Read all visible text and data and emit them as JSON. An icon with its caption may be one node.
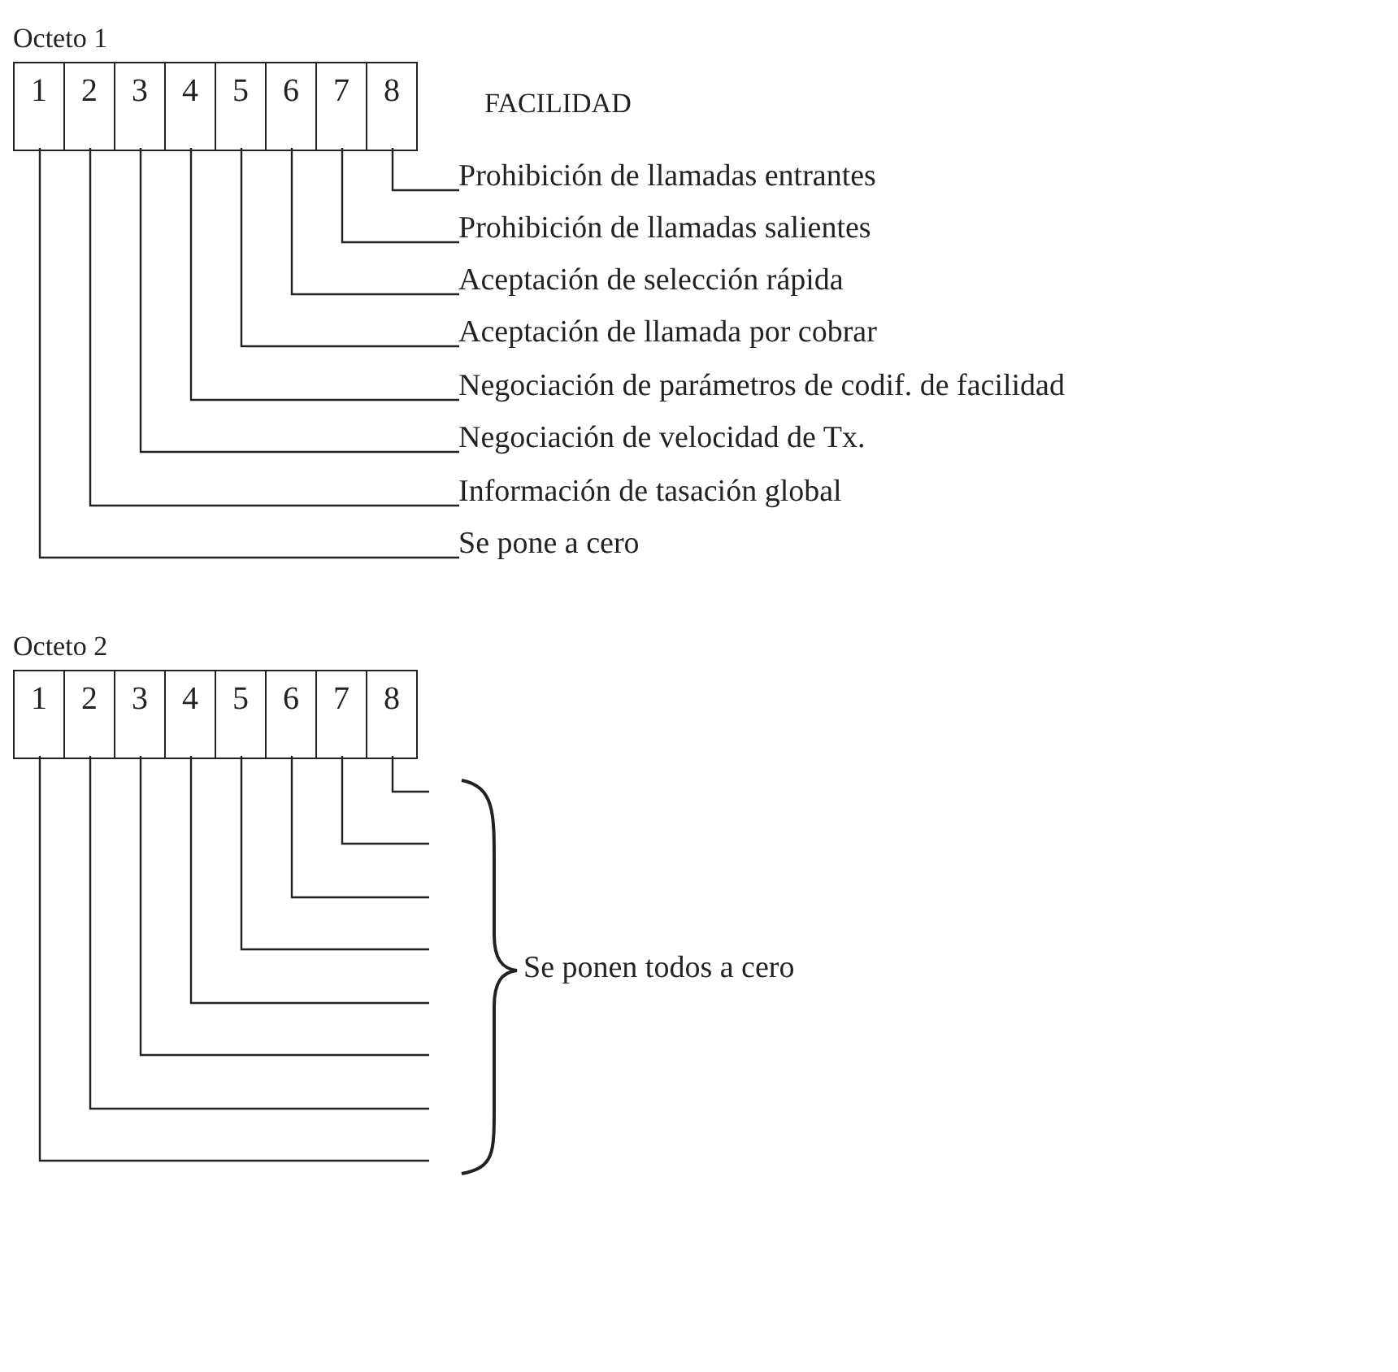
{
  "diagram": {
    "nodes": [
      {
        "text": [
          "Octeto 1"
        ]
      },
      {
        "text": [
          "1"
        ],
        "in": 0
      },
      {
        "text": [
          "2"
        ],
        "in": 0
      },
      {
        "text": [
          "3"
        ],
        "in": 0
      },
      {
        "text": [
          "4"
        ],
        "in": 0
      },
      {
        "text": [
          "5"
        ],
        "in": 0
      },
      {
        "text": [
          "6"
        ],
        "in": 0
      },
      {
        "text": [
          "7"
        ],
        "in": 0
      },
      {
        "text": [
          "8"
        ],
        "in": 0
      },
      {
        "text": [
          "Prohibición de llamadas entrantes"
        ]
      },
      {
        "text": [
          "Prohibición de llamadas salientes"
        ]
      },
      {
        "text": [
          "Aceptación de selección rápida"
        ]
      },
      {
        "text": [
          "Aceptación de llamada por cobrar"
        ]
      },
      {
        "text": [
          "Negociación de parámetros de codif. de facilidad"
        ]
      },
      {
        "text": [
          "Negociación de velocidad de Tx."
        ]
      },
      {
        "text": [
          "Información de tasación global"
        ]
      },
      {
        "text": [
          "Se pone a cero"
        ]
      },
      {
        "text": [
          "Octeto 2"
        ]
      },
      {
        "text": [
          "1"
        ],
        "in": 17
      },
      {
        "text": [
          "2"
        ],
        "in": 17
      },
      {
        "text": [
          "3"
        ],
        "in": 17
      },
      {
        "text": [
          "4"
        ],
        "in": 17
      },
      {
        "text": [
          "5"
        ],
        "in": 17
      },
      {
        "text": [
          "6"
        ],
        "in": 17
      },
      {
        "text": [
          "7"
        ],
        "in": 17
      },
      {
        "text": [
          "8"
        ],
        "in": 17
      }
    ],
    "edges": [
      {
        "from": 8,
        "to": 9,
        "arrow": "none"
      },
      {
        "from": 7,
        "to": 10,
        "arrow": "none"
      },
      {
        "from": 6,
        "to": 11,
        "arrow": "none"
      },
      {
        "from": 5,
        "to": 12,
        "arrow": "none"
      },
      {
        "from": 4,
        "to": 13,
        "arrow": "none"
      },
      {
        "from": 3,
        "to": 14,
        "arrow": "none"
      },
      {
        "from": 2,
        "to": 15,
        "arrow": "none"
      },
      {
        "from": 1,
        "to": 16,
        "arrow": "none"
      },
      {
        "from": 25,
        "to": null,
        "arrow": "none"
      },
      {
        "from": 24,
        "to": null,
        "arrow": "none"
      },
      {
        "from": 23,
        "to": null,
        "arrow": "none"
      },
      {
        "from": 22,
        "to": null,
        "arrow": "none"
      },
      {
        "from": 21,
        "to": null,
        "arrow": "none"
      },
      {
        "from": 20,
        "to": null,
        "arrow": "none"
      },
      {
        "from": 19,
        "to": null,
        "arrow": "none"
      },
      {
        "from": 18,
        "to": null,
        "arrow": "none"
      }
    ],
    "labels": [
      "FACILIDAD",
      "Se ponen todos a cero"
    ]
  }
}
